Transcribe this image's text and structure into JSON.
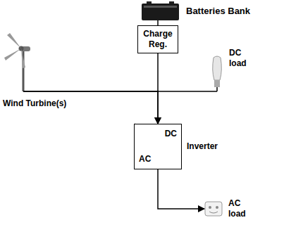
{
  "diagram": {
    "nodes": [
      {
        "text": [
          "Batteries Bank"
        ]
      },
      {
        "text": [
          "Charge Reg."
        ]
      },
      {
        "text": [
          "Wind Turbine(s)"
        ]
      },
      {
        "text": [
          "DC load"
        ]
      },
      {
        "text": [
          "Inverter",
          "DC",
          "AC"
        ]
      },
      {
        "text": [
          "AC load"
        ]
      }
    ],
    "edges": [
      {
        "from": 0,
        "to": 1,
        "arrow": "none"
      },
      {
        "from": 2,
        "to": 4,
        "arrow": "to"
      },
      {
        "from": 1,
        "to": 4,
        "arrow": "to"
      },
      {
        "from": 2,
        "to": 3,
        "arrow": "none"
      },
      {
        "from": 4,
        "to": 5,
        "arrow": "to"
      }
    ]
  }
}
